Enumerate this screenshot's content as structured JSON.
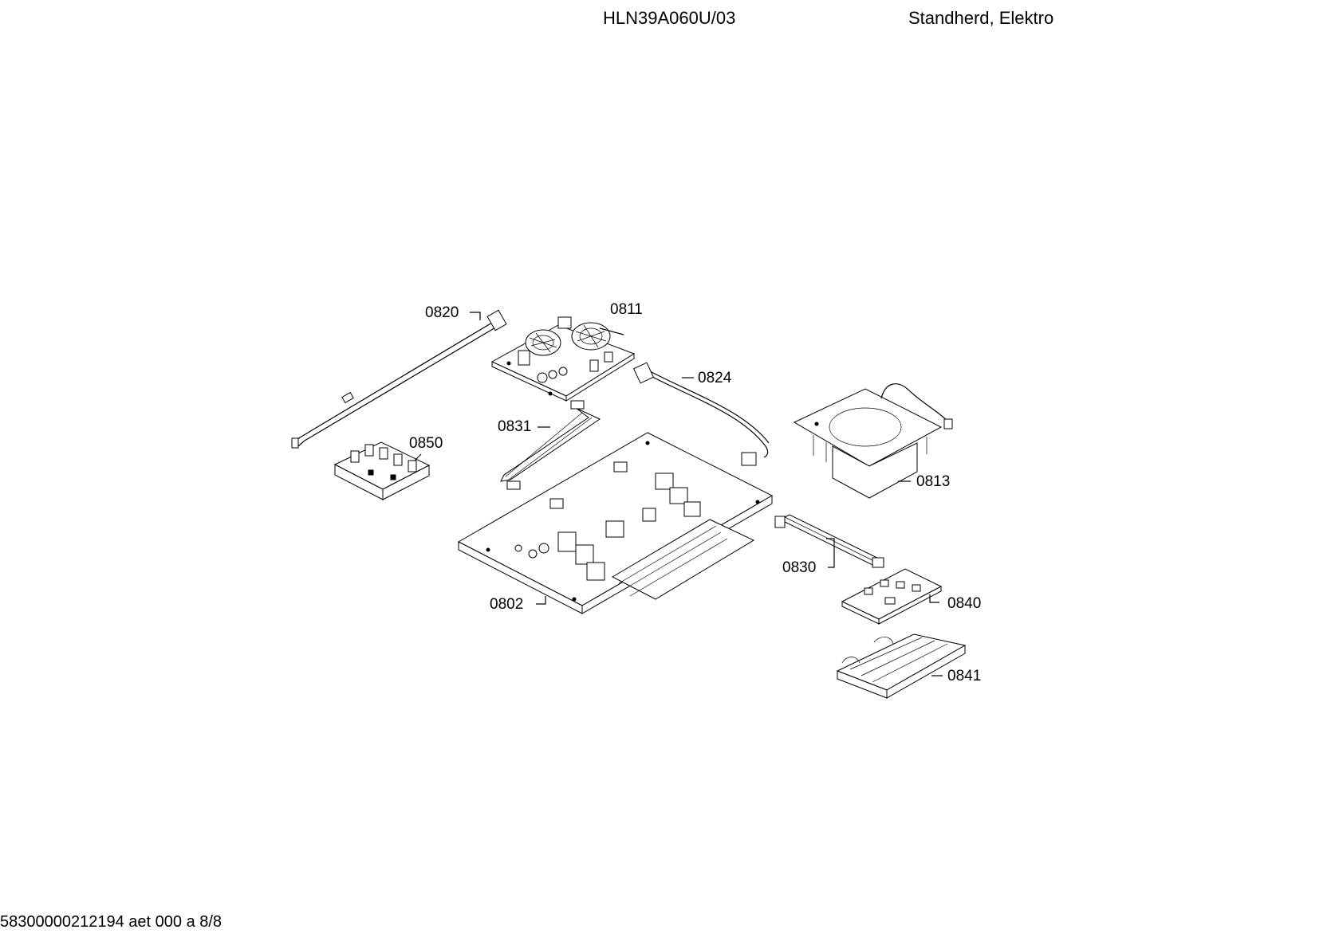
{
  "header": {
    "model": "HLN39A060U/03",
    "description": "Standherd, Elektro"
  },
  "footer": {
    "code": "58300000212194 aet 000 a 8/8"
  },
  "parts": [
    {
      "id": "0820"
    },
    {
      "id": "0811"
    },
    {
      "id": "0824"
    },
    {
      "id": "0831"
    },
    {
      "id": "0850"
    },
    {
      "id": "0813"
    },
    {
      "id": "0830"
    },
    {
      "id": "0802"
    },
    {
      "id": "0840"
    },
    {
      "id": "0841"
    }
  ]
}
